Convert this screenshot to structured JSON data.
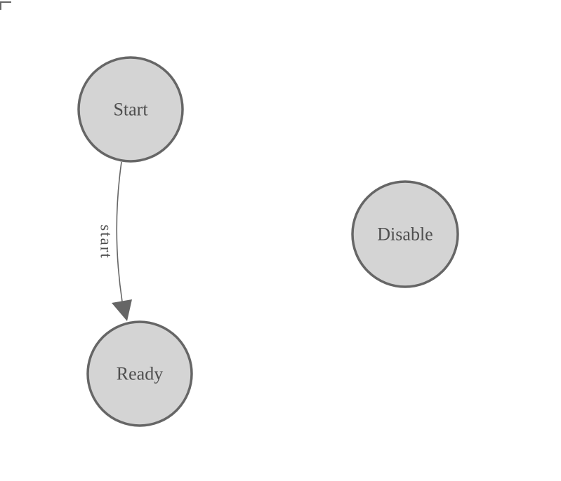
{
  "canvas": {
    "background_color": "#ffffff",
    "corner_marker_color": "#666666"
  },
  "diagram": {
    "type": "state-diagram",
    "node_fill_color": "#d4d4d4",
    "node_stroke_color": "#666666",
    "label_color": "#4f4f4f",
    "edge_color": "#666666",
    "nodes": [
      {
        "id": "start",
        "label": "Start"
      },
      {
        "id": "ready",
        "label": "Ready"
      },
      {
        "id": "disable",
        "label": "Disable"
      }
    ],
    "edges": [
      {
        "from": "start",
        "to": "ready",
        "label": "start"
      }
    ]
  }
}
